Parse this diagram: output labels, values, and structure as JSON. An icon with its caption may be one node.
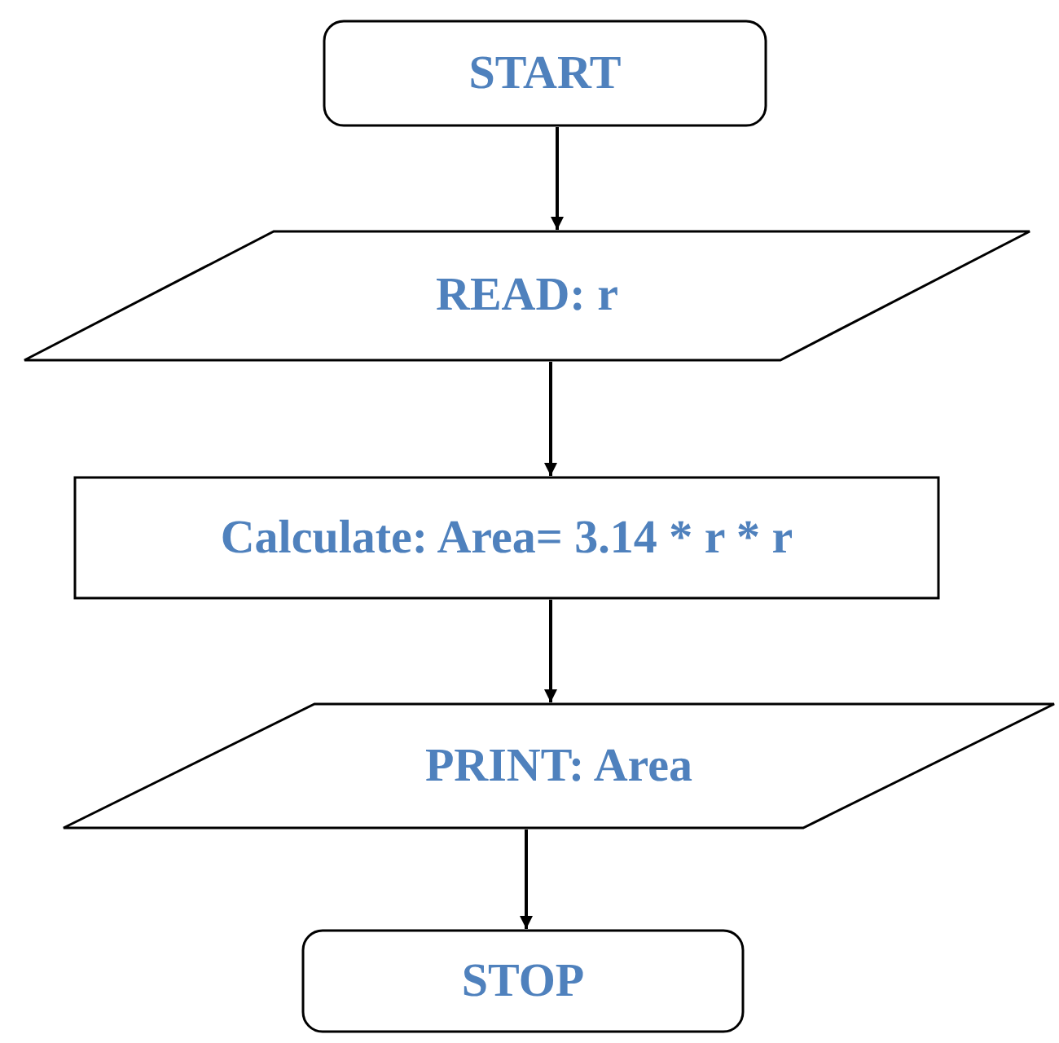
{
  "diagram": {
    "nodes": [
      {
        "text": [
          "START"
        ]
      },
      {
        "text": [
          "READ: r"
        ]
      },
      {
        "text": [
          "Calculate: Area= 3.14 * r * r"
        ]
      },
      {
        "text": [
          "PRINT: Area"
        ]
      },
      {
        "text": [
          "STOP"
        ]
      }
    ],
    "edges": [
      {
        "from": 0,
        "to": 1,
        "arrow": "to"
      },
      {
        "from": 1,
        "to": 2,
        "arrow": "to"
      },
      {
        "from": 2,
        "to": 3,
        "arrow": "to"
      },
      {
        "from": 3,
        "to": 4,
        "arrow": "to"
      }
    ]
  }
}
